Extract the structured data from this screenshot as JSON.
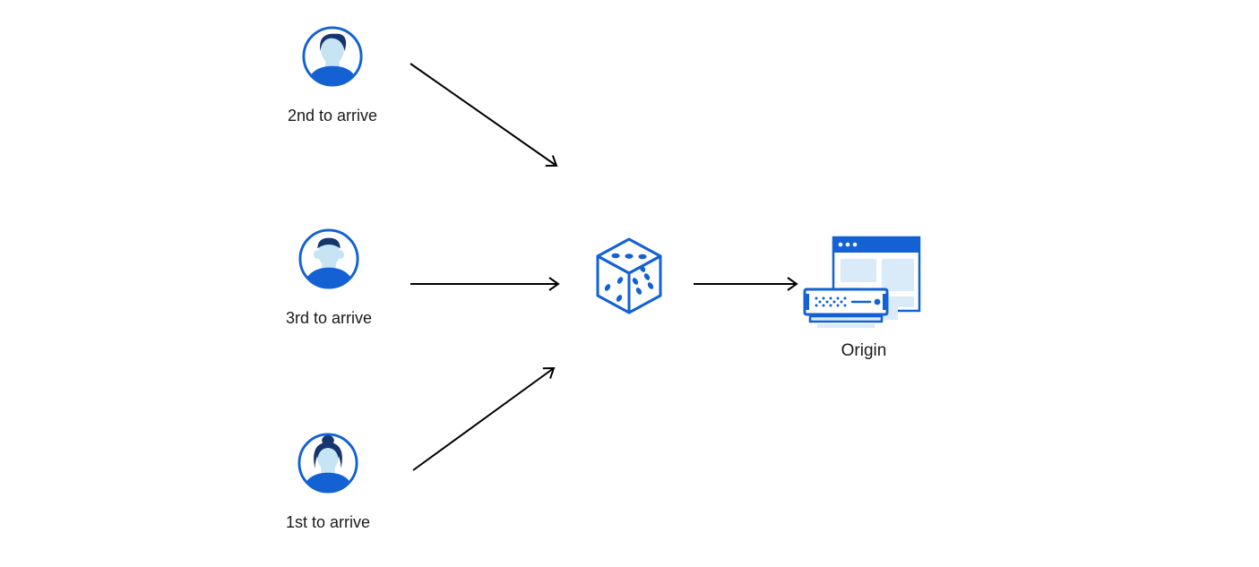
{
  "diagram": {
    "type": "flow-diagram",
    "nodes": {
      "users": [
        {
          "label": "2nd to arrive",
          "icon": "user-avatar-man-pompadour-icon"
        },
        {
          "label": "3rd to arrive",
          "icon": "user-avatar-man-flattop-icon"
        },
        {
          "label": "1st to arrive",
          "icon": "user-avatar-woman-icon"
        }
      ],
      "randomizer": {
        "icon": "dice-icon"
      },
      "origin": {
        "label": "Origin",
        "icon": "origin-server-icon"
      }
    },
    "edges": [
      {
        "from": "2nd to arrive",
        "to": "dice"
      },
      {
        "from": "3rd to arrive",
        "to": "dice"
      },
      {
        "from": "1st to arrive",
        "to": "dice"
      },
      {
        "from": "dice",
        "to": "Origin"
      }
    ]
  },
  "colors": {
    "accent": "#1361d2",
    "navy": "#16356f",
    "face": "#c7e4f4",
    "lightfill": "#d9eaf8",
    "arrow": "#000000",
    "text": "#1a1a1a",
    "bg": "#ffffff"
  }
}
